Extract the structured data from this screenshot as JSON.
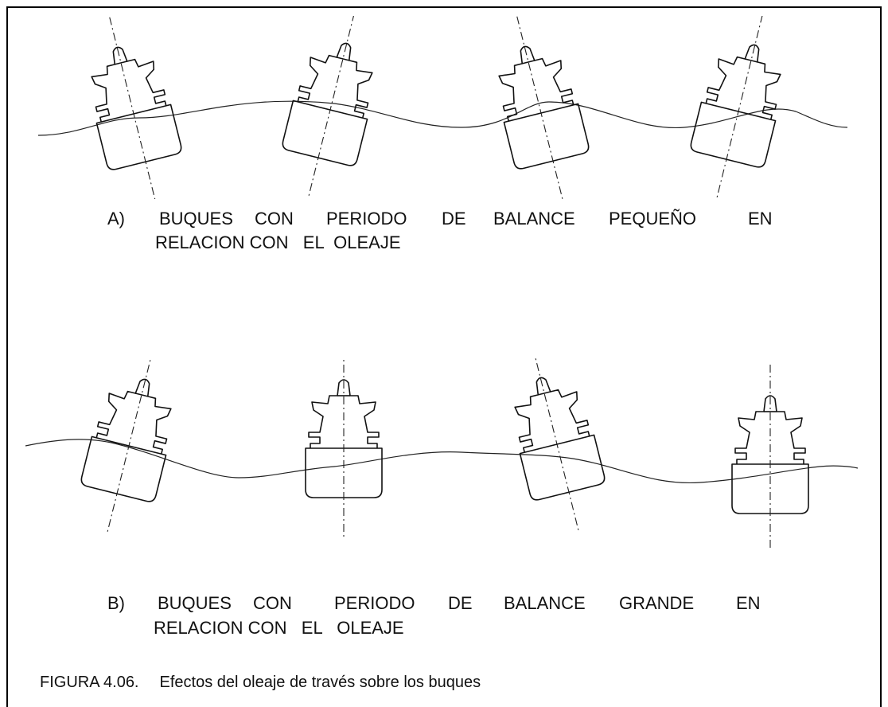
{
  "panel_a": {
    "label": "A)",
    "line1_words": [
      "BUQUES",
      "CON",
      "PERIODO",
      "DE",
      "BALANCE",
      "PEQUEÑO",
      "EN"
    ],
    "line2": "RELACION CON   EL  OLEAJE",
    "ship_tilts_deg": [
      -14,
      14,
      -14,
      14
    ]
  },
  "panel_b": {
    "label": "B)",
    "line1_words": [
      "BUQUES",
      "CON",
      "PERIODO",
      "DE",
      "BALANCE",
      "GRANDE",
      "EN"
    ],
    "line2": "RELACION CON   EL   OLEAJE",
    "ship_tilts_deg": [
      14,
      0,
      -14,
      0
    ]
  },
  "figure": {
    "number": "FIGURA 4.06.",
    "title": "Efectos del oleaje de través sobre los buques"
  }
}
